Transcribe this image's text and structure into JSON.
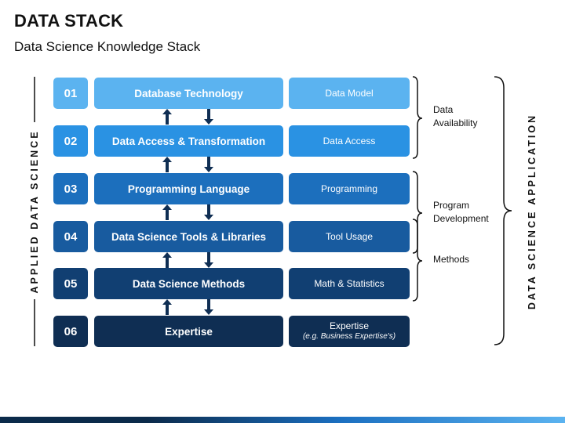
{
  "header": {
    "title": "DATA STACK",
    "subtitle": "Data Science Knowledge Stack"
  },
  "left_label": "APPLIED DATA SCIENCE",
  "right_label": "DATA SCIENCE APPLICATION",
  "rows": [
    {
      "num": "01",
      "title": "Database Technology",
      "side": "Data Model",
      "side_sub": ""
    },
    {
      "num": "02",
      "title": "Data Access & Transformation",
      "side": "Data Access",
      "side_sub": ""
    },
    {
      "num": "03",
      "title": "Programming Language",
      "side": "Programming",
      "side_sub": ""
    },
    {
      "num": "04",
      "title": "Data Science Tools & Libraries",
      "side": "Tool Usage",
      "side_sub": ""
    },
    {
      "num": "05",
      "title": "Data Science Methods",
      "side": "Math & Statistics",
      "side_sub": ""
    },
    {
      "num": "06",
      "title": "Expertise",
      "side": "Expertise",
      "side_sub": "(e.g. Business Expertise's)"
    }
  ],
  "brackets": [
    {
      "label": "Data\nAvailability"
    },
    {
      "label": "Program\nDevelopment"
    },
    {
      "label": "Methods"
    }
  ],
  "colors": {
    "level1": "#5bb3f0",
    "level2": "#2a92e3",
    "level3": "#1c6fbd",
    "level4": "#185b9f",
    "level5": "#113f72",
    "level6": "#0f2e53",
    "arrow": "#0f2e53"
  }
}
